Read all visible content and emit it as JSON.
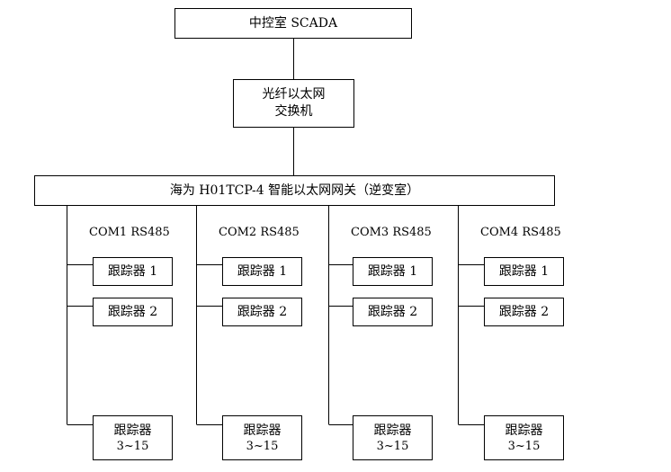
{
  "scada": {
    "label": "中控室 SCADA"
  },
  "switch": {
    "line1": "光纤以太网",
    "line2": "交换机"
  },
  "gateway": {
    "label": "海为 H01TCP-4 智能以太网网关（逆变室）"
  },
  "ports": [
    {
      "name": "COM1 RS485",
      "tracker1": "跟踪器 1",
      "tracker2": "跟踪器 2",
      "tracker3_line1": "跟踪器",
      "tracker3_line2": "3~15"
    },
    {
      "name": "COM2 RS485",
      "tracker1": "跟踪器 1",
      "tracker2": "跟踪器 2",
      "tracker3_line1": "跟踪器",
      "tracker3_line2": "3~15"
    },
    {
      "name": "COM3 RS485",
      "tracker1": "跟踪器 1",
      "tracker2": "跟踪器 2",
      "tracker3_line1": "跟踪器",
      "tracker3_line2": "3~15"
    },
    {
      "name": "COM4 RS485",
      "tracker1": "跟踪器 1",
      "tracker2": "跟踪器 2",
      "tracker3_line1": "跟踪器",
      "tracker3_line2": "3~15"
    }
  ]
}
